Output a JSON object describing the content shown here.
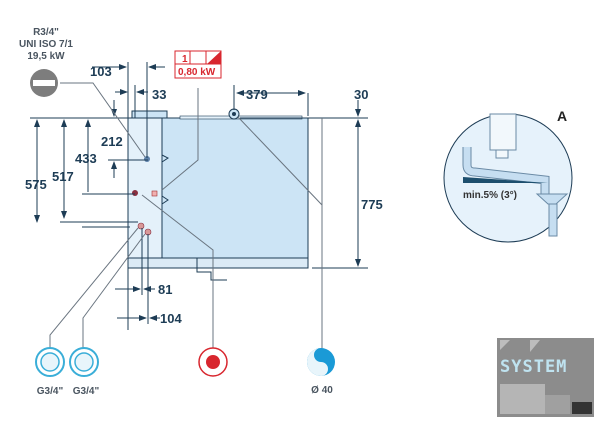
{
  "gas_inlet": {
    "thread": "R3/4\"",
    "standard": "UNI ISO 7/1",
    "power": "19,5 kW"
  },
  "electrical": {
    "phase": "1",
    "power": "0,80 kW"
  },
  "dimensions": {
    "d103": "103",
    "d33": "33",
    "d379": "379",
    "d30": "30",
    "d212": "212",
    "d433": "433",
    "d517": "517",
    "d575": "575",
    "d775": "775",
    "d81": "81",
    "d104": "104"
  },
  "water_inlets": [
    "G3/4\"",
    "G3/4\""
  ],
  "drain": {
    "label": "Ø 40"
  },
  "detail": {
    "title": "A",
    "slope": "min.5% (3°)"
  },
  "colors": {
    "tank": "#cce4f5",
    "line": "#1d3c55",
    "water": "#3aaed8",
    "electric": "#d8262e"
  }
}
